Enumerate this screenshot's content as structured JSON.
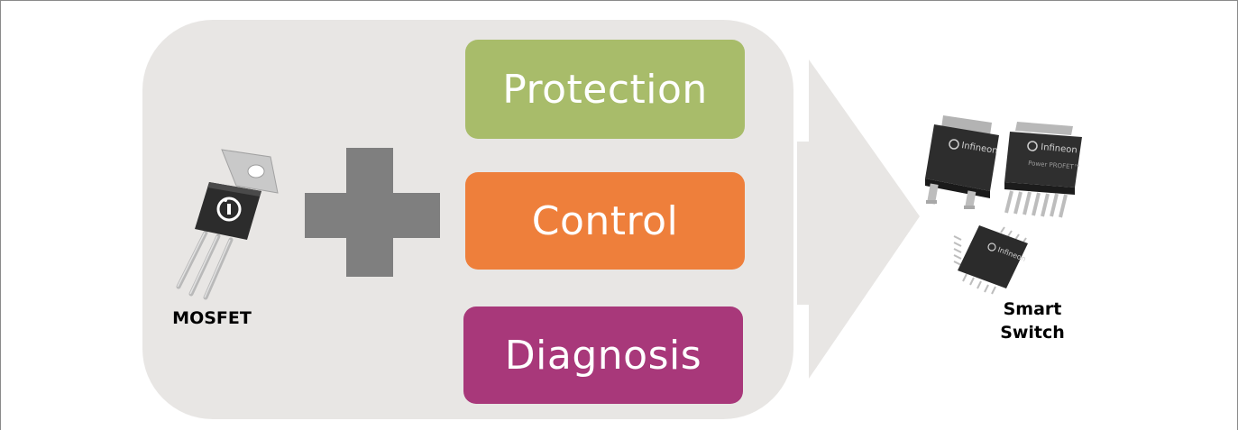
{
  "colors": {
    "panel": "#e8e6e4",
    "plus": "#7f7f7f",
    "protection": "#a8bc6a",
    "control": "#ee7f3b",
    "diagnosis": "#a8387a"
  },
  "left": {
    "component_label": "MOSFET"
  },
  "plus_icon": "plus-icon",
  "boxes": {
    "protection": "Protection",
    "control": "Control",
    "diagnosis": "Diagnosis"
  },
  "right": {
    "label_line1": "Smart",
    "label_line2": "Switch"
  },
  "chip_logos": {
    "brand": "Infineon",
    "product": "Power PROFET™"
  }
}
